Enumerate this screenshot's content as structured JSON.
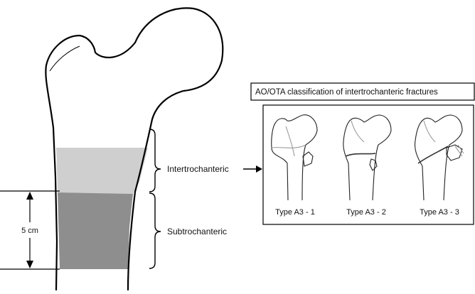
{
  "labels": {
    "intertrochanteric": "Intertrochanteric",
    "subtrochanteric": "Subtrochanteric",
    "measure": "5 cm"
  },
  "classification": {
    "title": "AO/OTA classification of intertrochanteric fractures",
    "types": [
      "Type A3 - 1",
      "Type A3 - 2",
      "Type A3 - 3"
    ]
  },
  "colors": {
    "intertrochanteric_region": "#cfcfcf",
    "subtrochanteric_region": "#8e8e8e",
    "outline": "#000000"
  }
}
